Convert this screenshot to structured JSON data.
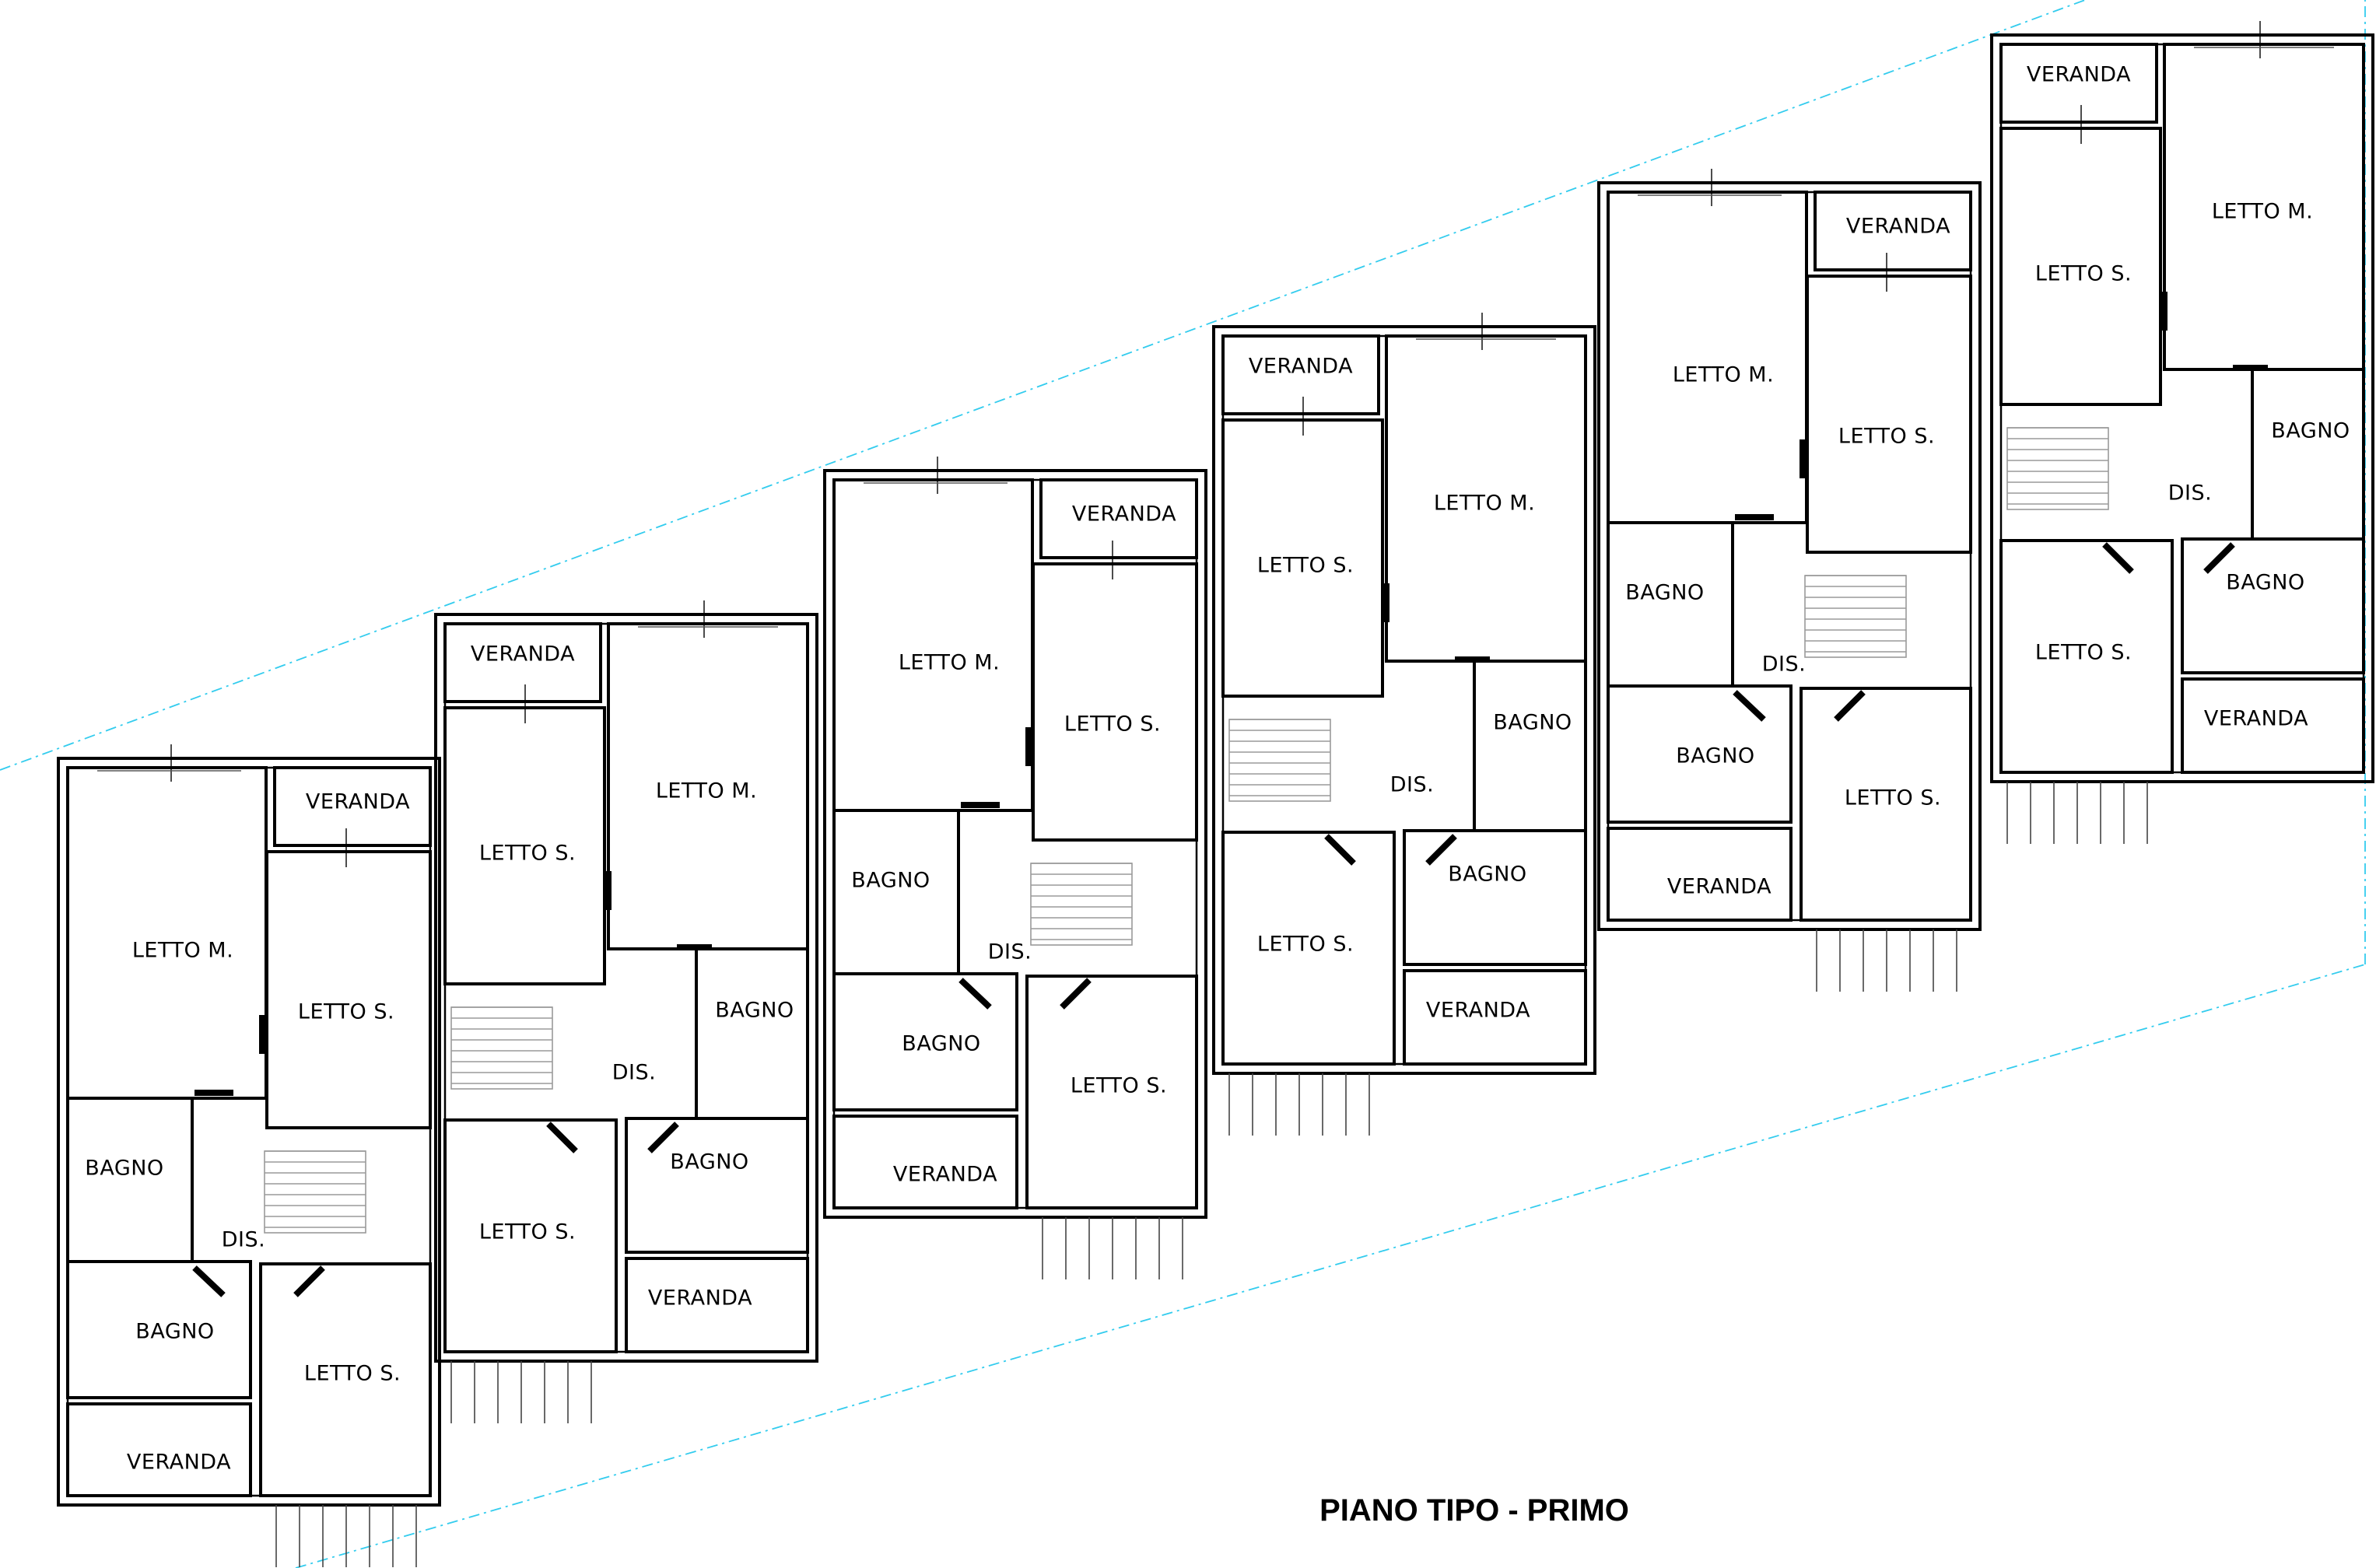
{
  "drawing": {
    "title": "PIANO TIPO - PRIMO"
  },
  "units": [
    {
      "rooms": [
        {
          "text": "VERANDA"
        },
        {
          "text": "LETTO M."
        },
        {
          "text": "LETTO S."
        },
        {
          "text": "BAGNO"
        },
        {
          "text": "DIS."
        },
        {
          "text": "BAGNO"
        },
        {
          "text": "LETTO S."
        },
        {
          "text": "VERANDA"
        }
      ]
    },
    {
      "rooms": [
        {
          "text": "VERANDA"
        },
        {
          "text": "LETTO M."
        },
        {
          "text": "LETTO S."
        },
        {
          "text": "BAGNO"
        },
        {
          "text": "DIS."
        },
        {
          "text": "BAGNO"
        },
        {
          "text": "LETTO S."
        },
        {
          "text": "VERANDA"
        }
      ]
    },
    {
      "rooms": [
        {
          "text": "VERANDA"
        },
        {
          "text": "LETTO M."
        },
        {
          "text": "LETTO S."
        },
        {
          "text": "BAGNO"
        },
        {
          "text": "DIS."
        },
        {
          "text": "BAGNO"
        },
        {
          "text": "LETTO S."
        },
        {
          "text": "VERANDA"
        }
      ]
    },
    {
      "rooms": [
        {
          "text": "VERANDA"
        },
        {
          "text": "LETTO M."
        },
        {
          "text": "LETTO S."
        },
        {
          "text": "BAGNO"
        },
        {
          "text": "DIS."
        },
        {
          "text": "BAGNO"
        },
        {
          "text": "LETTO S."
        },
        {
          "text": "VERANDA"
        }
      ]
    },
    {
      "rooms": [
        {
          "text": "VERANDA"
        },
        {
          "text": "LETTO M."
        },
        {
          "text": "LETTO S."
        },
        {
          "text": "BAGNO"
        },
        {
          "text": "DIS."
        },
        {
          "text": "BAGNO"
        },
        {
          "text": "LETTO S."
        },
        {
          "text": "VERANDA"
        }
      ]
    },
    {
      "rooms": [
        {
          "text": "VERANDA"
        },
        {
          "text": "LETTO M."
        },
        {
          "text": "LETTO S."
        },
        {
          "text": "BAGNO"
        },
        {
          "text": "DIS."
        },
        {
          "text": "BAGNO"
        },
        {
          "text": "LETTO S."
        },
        {
          "text": "VERANDA"
        }
      ]
    }
  ]
}
